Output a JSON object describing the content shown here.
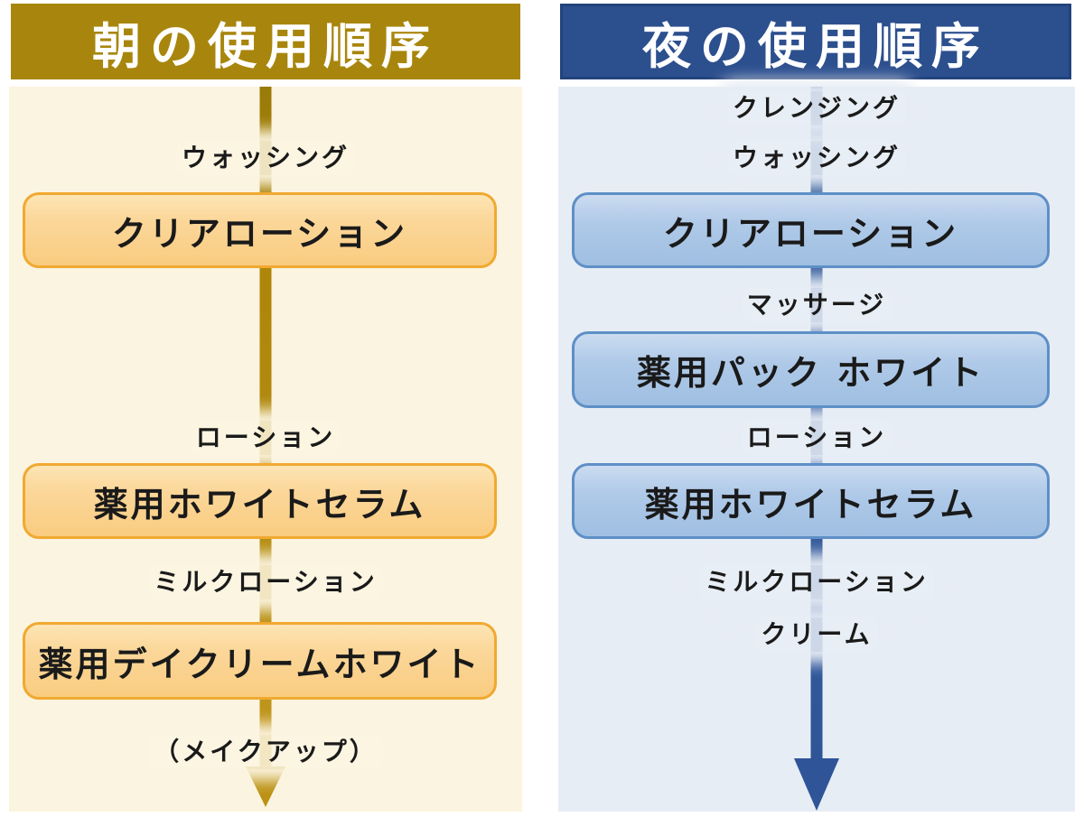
{
  "diagram": {
    "description": "Skincare usage-order flowchart with morning and night columns",
    "columns": [
      {
        "id": "morning",
        "title": "朝の使用順序",
        "colors": {
          "header_bg": "#A8860D",
          "header_text": "#FFFFFF",
          "body_bg": "#FBF4E0",
          "box_border": "#F0A930",
          "box_fill_top": "#FCDFA6",
          "box_fill_bottom": "#F9CC80",
          "arrow_line": "#AE8508",
          "arrow_head": "#BC9214",
          "text": "#1A1A1A"
        },
        "steps": [
          {
            "kind": "label",
            "text": "ウォッシング"
          },
          {
            "kind": "box",
            "text": "クリアローション"
          },
          {
            "kind": "label",
            "text": "ローション"
          },
          {
            "kind": "box",
            "text": "薬用ホワイトセラム"
          },
          {
            "kind": "label",
            "text": "ミルクローション"
          },
          {
            "kind": "box",
            "text": "薬用デイクリームホワイト"
          },
          {
            "kind": "label",
            "text": "（メイクアップ）"
          }
        ]
      },
      {
        "id": "night",
        "title": "夜の使用順序",
        "colors": {
          "header_bg": "#2C4F8E",
          "header_border": "#23437C",
          "header_text": "#FFFFFF",
          "body_bg": "#E7EDF5",
          "box_border": "#5E8FC7",
          "box_fill_top": "#C6D9EF",
          "box_fill_bottom": "#9FBFE2",
          "arrow_line": "#2F5598",
          "arrow_head": "#2F5598",
          "text": "#1A1A1A"
        },
        "steps": [
          {
            "kind": "label",
            "text": "クレンジング"
          },
          {
            "kind": "label",
            "text": "ウォッシング"
          },
          {
            "kind": "box",
            "text": "クリアローション"
          },
          {
            "kind": "label",
            "text": "マッサージ"
          },
          {
            "kind": "box",
            "text": "薬用パック ホワイト"
          },
          {
            "kind": "label",
            "text": "ローション"
          },
          {
            "kind": "box",
            "text": "薬用ホワイトセラム"
          },
          {
            "kind": "label",
            "text": "ミルクローション"
          },
          {
            "kind": "label",
            "text": "クリーム"
          }
        ]
      }
    ]
  }
}
